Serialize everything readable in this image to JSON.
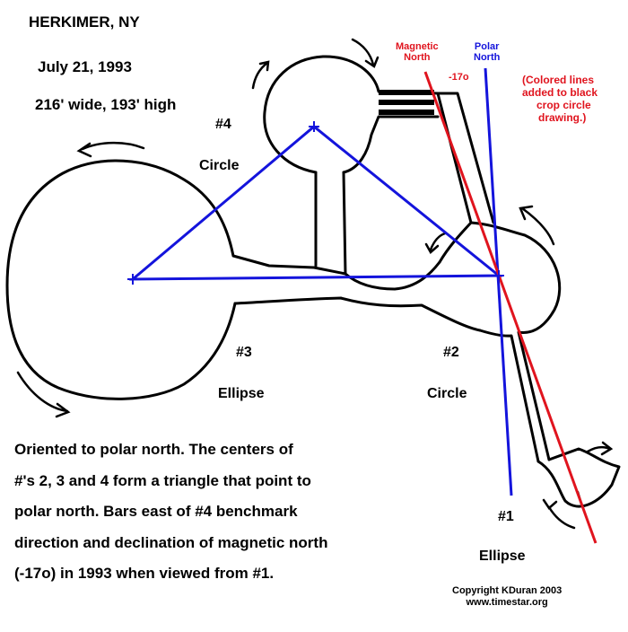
{
  "header": {
    "title": "HERKIMER, NY",
    "date": "July 21, 1993",
    "dimensions": "216' wide, 193' high"
  },
  "labels": {
    "four_num": "#4",
    "four_shape": "Circle",
    "three_num": "#3",
    "three_shape": "Ellipse",
    "two_num": "#2",
    "two_shape": "Circle",
    "one_num": "#1",
    "one_shape": "Ellipse"
  },
  "legend": {
    "magnetic_north_line1": "Magnetic",
    "magnetic_north_line2": "North",
    "polar_north_line1": "Polar",
    "polar_north_line2": "North",
    "declination": "-17o",
    "note_line1": "(Colored lines",
    "note_line2": "added to black",
    "note_line3": "crop circle",
    "note_line4": "drawing.)"
  },
  "description": {
    "line1": "Oriented to polar north.  The centers of",
    "line2": "#'s 2, 3 and 4 form a triangle that point to",
    "line3": "polar north.  Bars east of #4 benchmark",
    "line4": "direction and declination of magnetic north",
    "line5": "(-17o) in 1993 when viewed from #1."
  },
  "copyright": {
    "line1": "Copyright KDuran 2003",
    "line2": "www.timestar.org"
  },
  "colors": {
    "magnetic_north": "#e0141e",
    "polar_north": "#1414dc",
    "outline": "#000000"
  }
}
